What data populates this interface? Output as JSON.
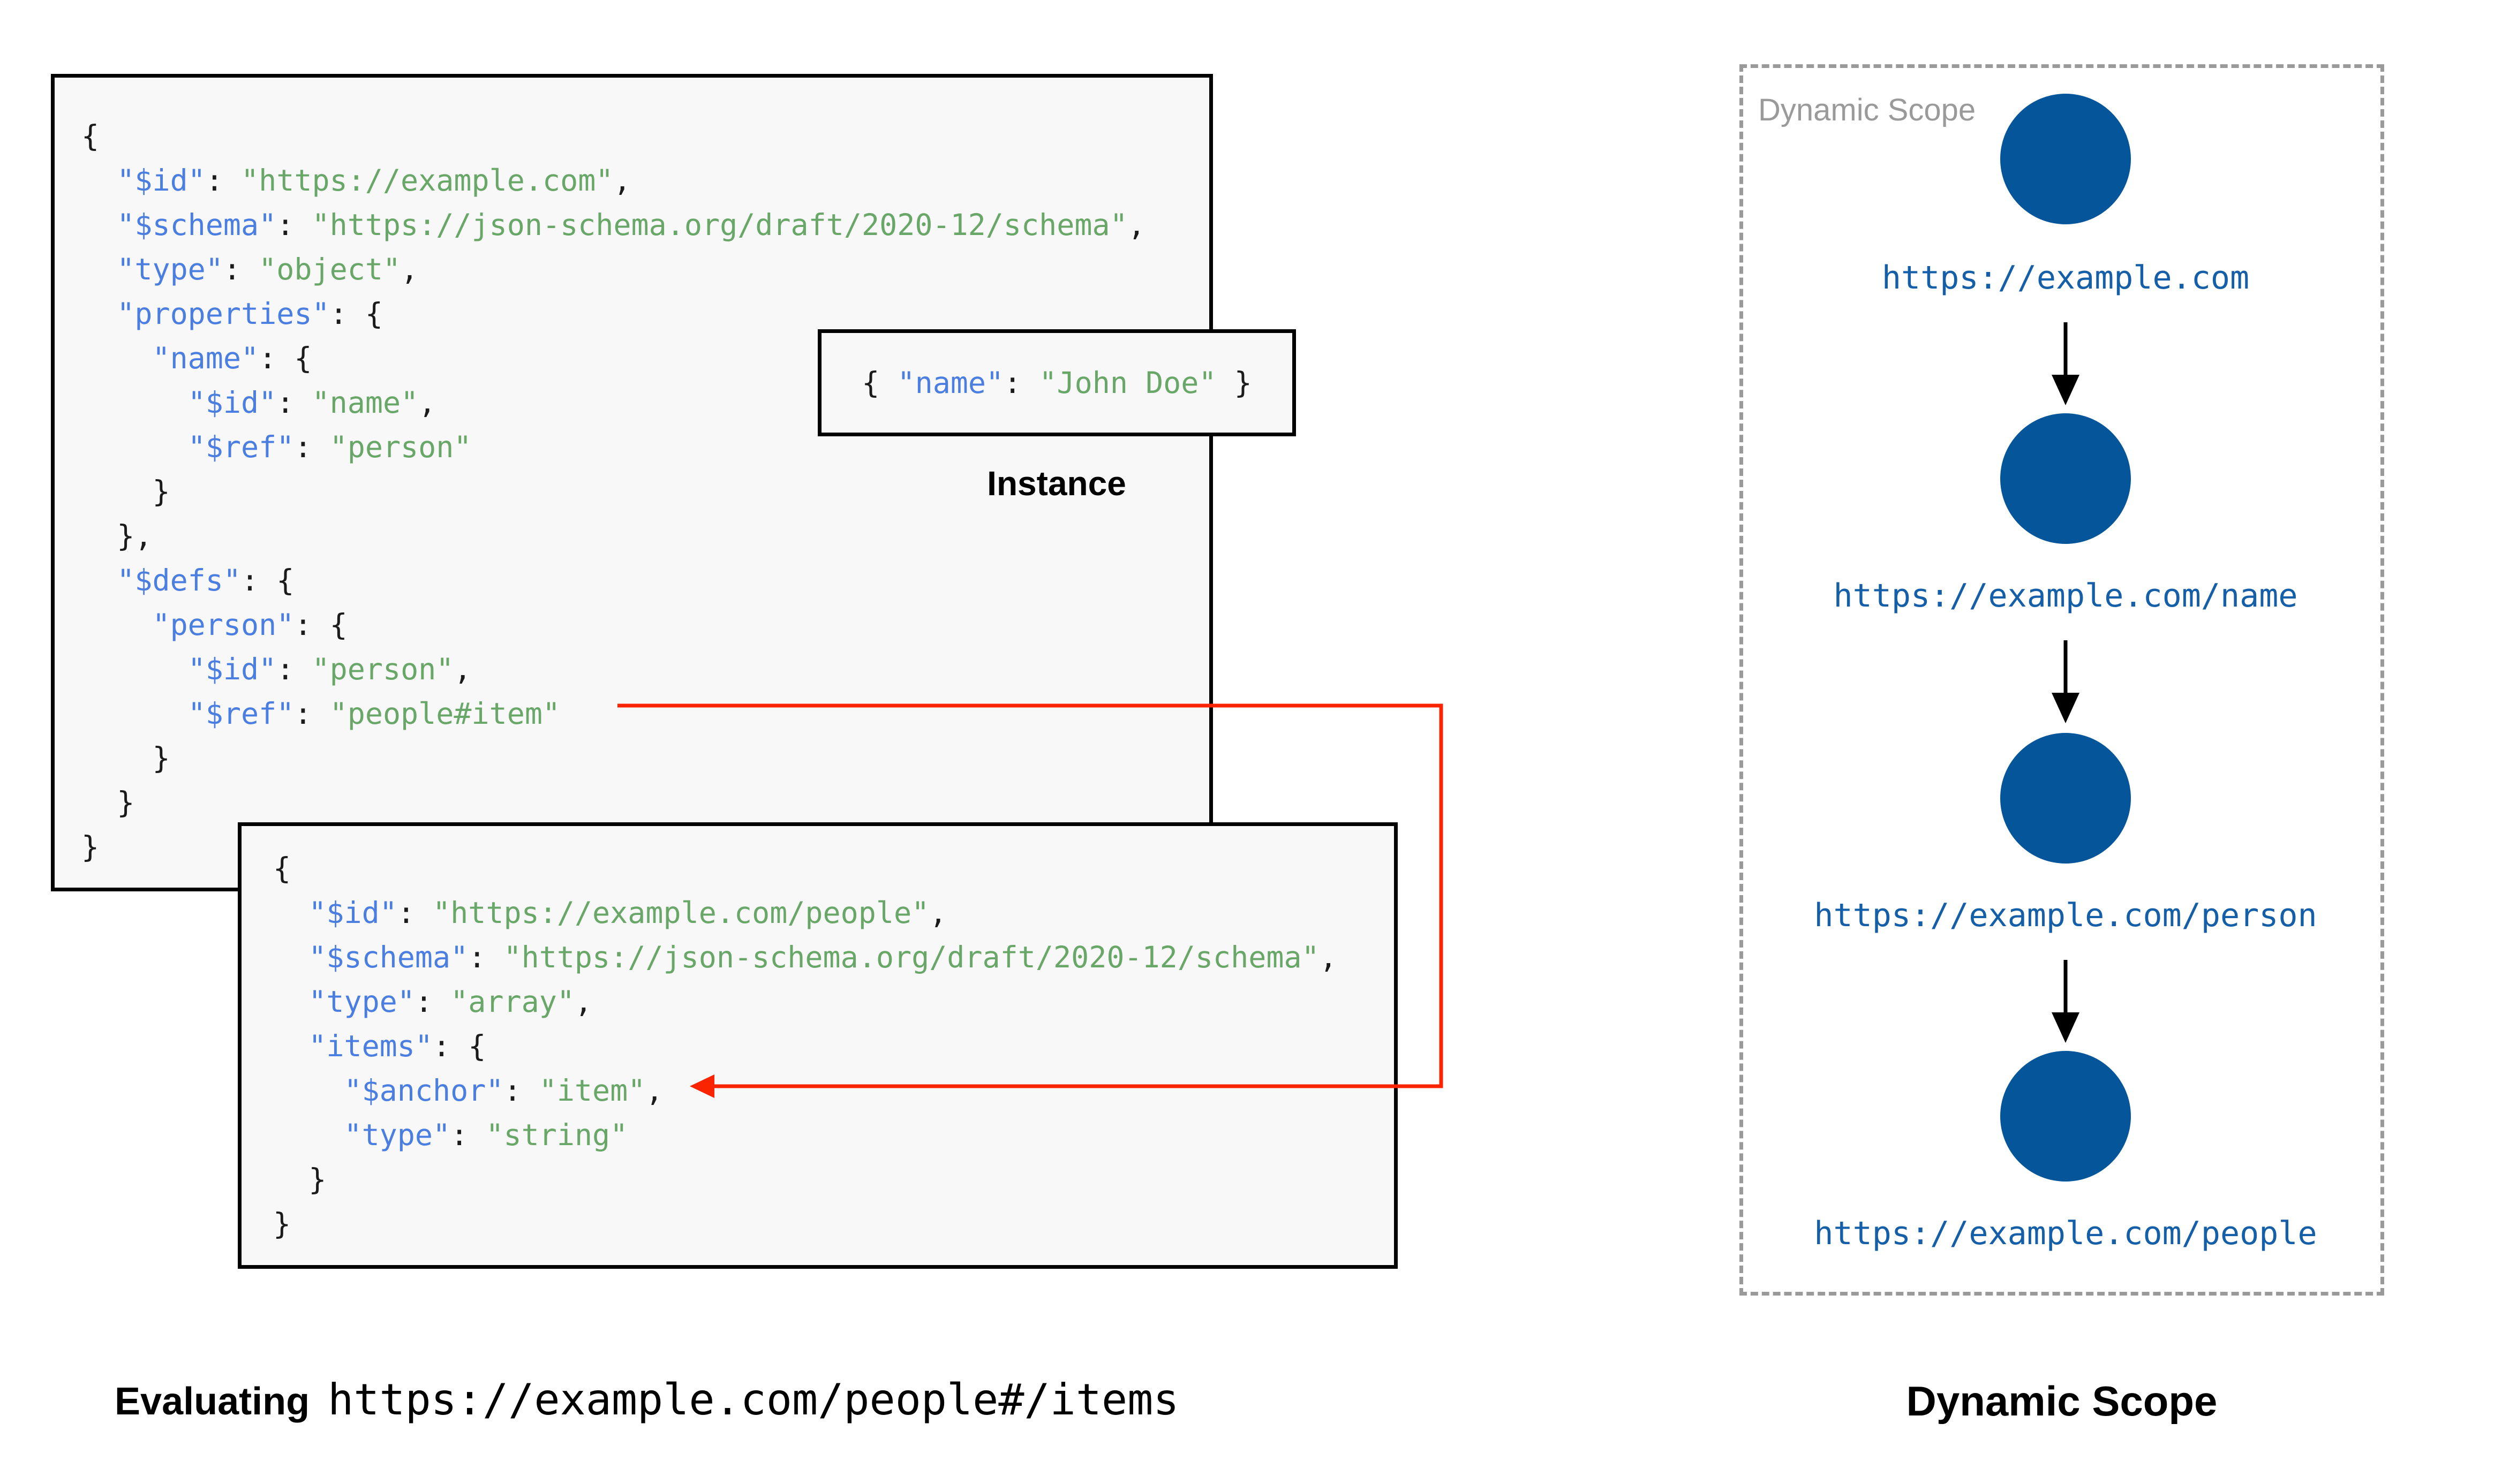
{
  "palette": {
    "code_key_blue": "#4b7ee1",
    "code_string_green": "#68a768",
    "code_punct_black": "#1b1b1b",
    "box_background": "#f8f8f8",
    "box_border": "#000000",
    "reference_arrow_red": "#fb2400",
    "scope_node_blue": "#04559a",
    "scope_label_blue": "#155fa8",
    "muted_gray": "#9a9a9a"
  },
  "schema_box": {
    "lines": [
      [
        [
          "p",
          "{"
        ]
      ],
      [
        [
          "p",
          "  "
        ],
        [
          "k",
          "\"$id\""
        ],
        [
          "p",
          ": "
        ],
        [
          "s",
          "\"https://example.com\""
        ],
        [
          "p",
          ","
        ]
      ],
      [
        [
          "p",
          "  "
        ],
        [
          "k",
          "\"$schema\""
        ],
        [
          "p",
          ": "
        ],
        [
          "s",
          "\"https://json-schema.org/draft/2020-12/schema\""
        ],
        [
          "p",
          ","
        ]
      ],
      [
        [
          "p",
          "  "
        ],
        [
          "k",
          "\"type\""
        ],
        [
          "p",
          ": "
        ],
        [
          "s",
          "\"object\""
        ],
        [
          "p",
          ","
        ]
      ],
      [
        [
          "p",
          "  "
        ],
        [
          "k",
          "\"properties\""
        ],
        [
          "p",
          ": {"
        ]
      ],
      [
        [
          "p",
          "    "
        ],
        [
          "k",
          "\"name\""
        ],
        [
          "p",
          ": {"
        ]
      ],
      [
        [
          "p",
          "      "
        ],
        [
          "k",
          "\"$id\""
        ],
        [
          "p",
          ": "
        ],
        [
          "s",
          "\"name\""
        ],
        [
          "p",
          ","
        ]
      ],
      [
        [
          "p",
          "      "
        ],
        [
          "k",
          "\"$ref\""
        ],
        [
          "p",
          ": "
        ],
        [
          "s",
          "\"person\""
        ]
      ],
      [
        [
          "p",
          "    }"
        ]
      ],
      [
        [
          "p",
          "  },"
        ]
      ],
      [
        [
          "p",
          "  "
        ],
        [
          "k",
          "\"$defs\""
        ],
        [
          "p",
          ": {"
        ]
      ],
      [
        [
          "p",
          "    "
        ],
        [
          "k",
          "\"person\""
        ],
        [
          "p",
          ": {"
        ]
      ],
      [
        [
          "p",
          "      "
        ],
        [
          "k",
          "\"$id\""
        ],
        [
          "p",
          ": "
        ],
        [
          "s",
          "\"person\""
        ],
        [
          "p",
          ","
        ]
      ],
      [
        [
          "p",
          "      "
        ],
        [
          "k",
          "\"$ref\""
        ],
        [
          "p",
          ": "
        ],
        [
          "s",
          "\"people#item\""
        ]
      ],
      [
        [
          "p",
          "    }"
        ]
      ],
      [
        [
          "p",
          "  }"
        ]
      ],
      [
        [
          "p",
          "}"
        ]
      ]
    ]
  },
  "people_box": {
    "lines": [
      [
        [
          "p",
          "{"
        ]
      ],
      [
        [
          "p",
          "  "
        ],
        [
          "k",
          "\"$id\""
        ],
        [
          "p",
          ": "
        ],
        [
          "s",
          "\"https://example.com/people\""
        ],
        [
          "p",
          ","
        ]
      ],
      [
        [
          "p",
          "  "
        ],
        [
          "k",
          "\"$schema\""
        ],
        [
          "p",
          ": "
        ],
        [
          "s",
          "\"https://json-schema.org/draft/2020-12/schema\""
        ],
        [
          "p",
          ","
        ]
      ],
      [
        [
          "p",
          "  "
        ],
        [
          "k",
          "\"type\""
        ],
        [
          "p",
          ": "
        ],
        [
          "s",
          "\"array\""
        ],
        [
          "p",
          ","
        ]
      ],
      [
        [
          "p",
          "  "
        ],
        [
          "k",
          "\"items\""
        ],
        [
          "p",
          ": {"
        ]
      ],
      [
        [
          "p",
          "    "
        ],
        [
          "k",
          "\"$anchor\""
        ],
        [
          "p",
          ": "
        ],
        [
          "s",
          "\"item\""
        ],
        [
          "p",
          ","
        ]
      ],
      [
        [
          "p",
          "    "
        ],
        [
          "k",
          "\"type\""
        ],
        [
          "p",
          ": "
        ],
        [
          "s",
          "\"string\""
        ]
      ],
      [
        [
          "p",
          "  }"
        ]
      ],
      [
        [
          "p",
          "}"
        ]
      ]
    ]
  },
  "instance": {
    "lines": [
      [
        [
          "p",
          "{ "
        ],
        [
          "k",
          "\"name\""
        ],
        [
          "p",
          ": "
        ],
        [
          "s",
          "\"John Doe\""
        ],
        [
          "p",
          " }"
        ]
      ]
    ],
    "caption": "Instance"
  },
  "evaluating_caption": {
    "prefix": "Evaluating",
    "uri": "https://example.com/people#/items"
  },
  "dynamic_scope": {
    "watermark": "Dynamic Scope",
    "caption": "Dynamic Scope",
    "nodes": [
      {
        "url": "https://example.com"
      },
      {
        "url": "https://example.com/name"
      },
      {
        "url": "https://example.com/person"
      },
      {
        "url": "https://example.com/people"
      }
    ]
  }
}
